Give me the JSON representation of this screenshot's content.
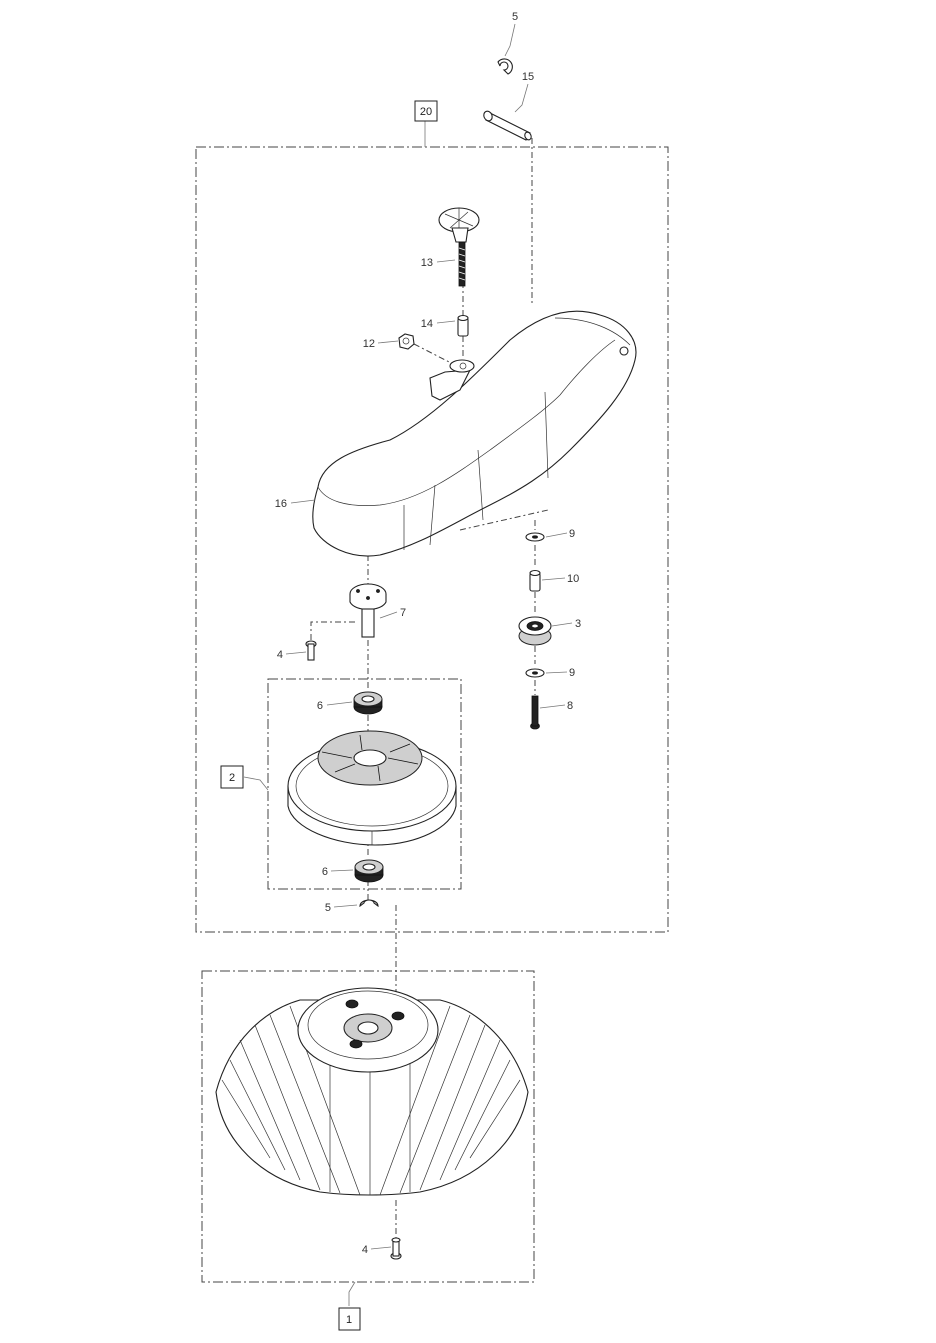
{
  "callouts": {
    "c5_top": "5",
    "c15": "15",
    "c20": "20",
    "c13": "13",
    "c14": "14",
    "c12": "12",
    "c16": "16",
    "c9_a": "9",
    "c10": "10",
    "c3": "3",
    "c9_b": "9",
    "c8": "8",
    "c7": "7",
    "c4_top": "4",
    "c6_a": "6",
    "c2": "2",
    "c6_b": "6",
    "c5_bottom": "5",
    "c4_bottom": "4",
    "c1": "1"
  }
}
